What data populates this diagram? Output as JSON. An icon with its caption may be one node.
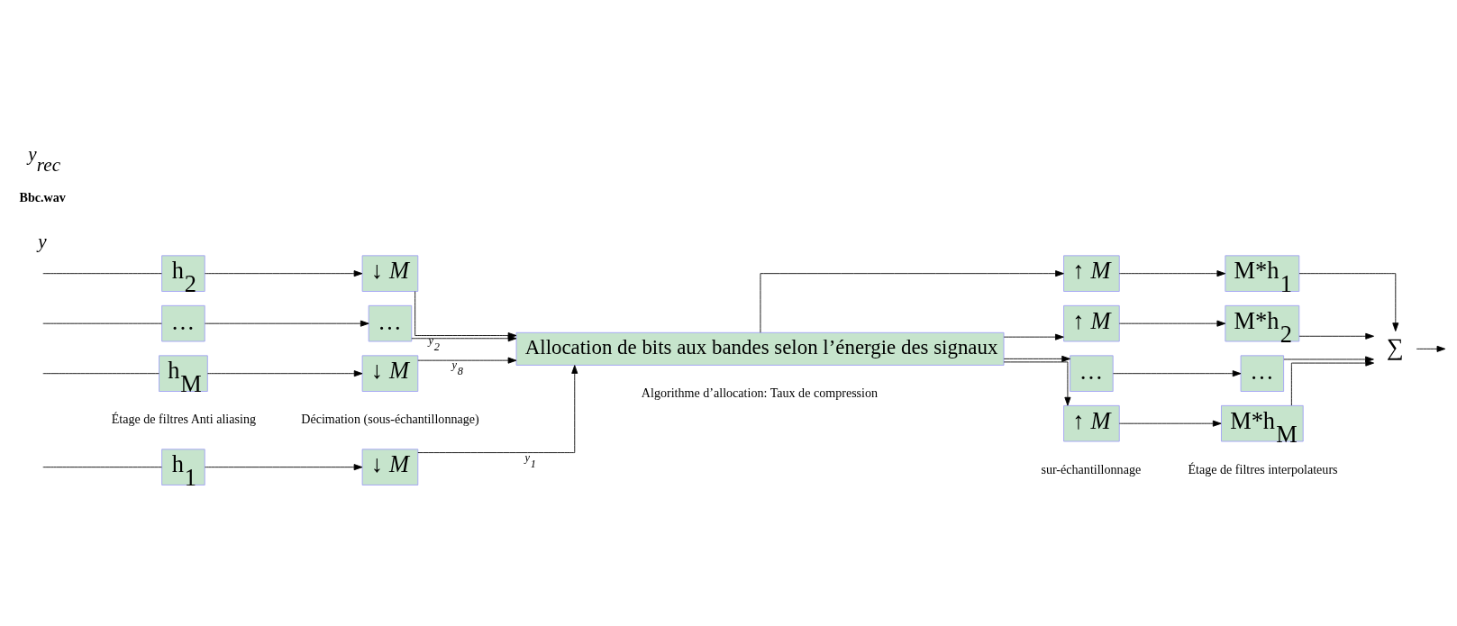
{
  "diagram": {
    "nodes": [
      {
        "text": [
          "h$_{1}$"
        ]
      },
      {
        "text": [
          "h$_{2}$"
        ]
      },
      {
        "text": [
          "…"
        ]
      },
      {
        "text": [
          "h$_{M}$"
        ]
      },
      {
        "text": [
          "↓ *M*"
        ]
      },
      {
        "text": [
          "↓ *M*"
        ]
      },
      {
        "text": [
          "…"
        ]
      },
      {
        "text": [
          "↓ *M*"
        ]
      },
      {
        "text": [
          "Allocation de bits aux bandes selon l’énergie des signaux"
        ]
      },
      {
        "text": [
          "↑ *M*"
        ]
      },
      {
        "text": [
          "↑ *M*"
        ]
      },
      {
        "text": [
          "…"
        ]
      },
      {
        "text": [
          "↑ *M*"
        ]
      },
      {
        "text": [
          "M*h$_{1}$"
        ]
      },
      {
        "text": [
          "M*h$_{2}$"
        ]
      },
      {
        "text": [
          "…"
        ]
      },
      {
        "text": [
          "M*h$_{M}$"
        ]
      },
      {
        "text": [
          "∑"
        ]
      }
    ],
    "edges": [
      {
        "from": null,
        "to": 0,
        "arrow": "none"
      },
      {
        "from": null,
        "to": 1,
        "arrow": "none"
      },
      {
        "from": null,
        "to": 2,
        "arrow": "none"
      },
      {
        "from": null,
        "to": 3,
        "arrow": "none"
      },
      {
        "from": 0,
        "to": 4,
        "arrow": "to"
      },
      {
        "from": 1,
        "to": 5,
        "arrow": "to"
      },
      {
        "from": 2,
        "to": 6,
        "arrow": "to"
      },
      {
        "from": 3,
        "to": 7,
        "arrow": "to"
      },
      {
        "from": 4,
        "to": 8,
        "arrow": "to",
        "label": "y$_{1}$"
      },
      {
        "from": 5,
        "to": 8,
        "arrow": "to",
        "label": "y$_{2}$"
      },
      {
        "from": 6,
        "to": 8,
        "arrow": "to"
      },
      {
        "from": 7,
        "to": 8,
        "arrow": "to",
        "label": "y$_{8}$"
      },
      {
        "from": 8,
        "to": 9,
        "arrow": "to"
      },
      {
        "from": 8,
        "to": 10,
        "arrow": "to"
      },
      {
        "from": 8,
        "to": 11,
        "arrow": "to"
      },
      {
        "from": 8,
        "to": 12,
        "arrow": "to"
      },
      {
        "from": 9,
        "to": 13,
        "arrow": "to"
      },
      {
        "from": 10,
        "to": 14,
        "arrow": "to"
      },
      {
        "from": 11,
        "to": 15,
        "arrow": "to"
      },
      {
        "from": 12,
        "to": 16,
        "arrow": "to"
      },
      {
        "from": 13,
        "to": 17,
        "arrow": "to"
      },
      {
        "from": 14,
        "to": 17,
        "arrow": "to"
      },
      {
        "from": 15,
        "to": 17,
        "arrow": "to"
      },
      {
        "from": 16,
        "to": 17,
        "arrow": "to"
      },
      {
        "from": 17,
        "to": null,
        "arrow": "to"
      }
    ],
    "labels": [
      "y",
      "Bbc.wav",
      "Étage de filtres Anti aliasing",
      "Décimation (sous-échantillonnage)",
      "Algorithme d’allocation: Taux de compression",
      "sur-échantillonnage",
      "Étage de filtres interpolateurs",
      "y$_{rec}$"
    ]
  }
}
